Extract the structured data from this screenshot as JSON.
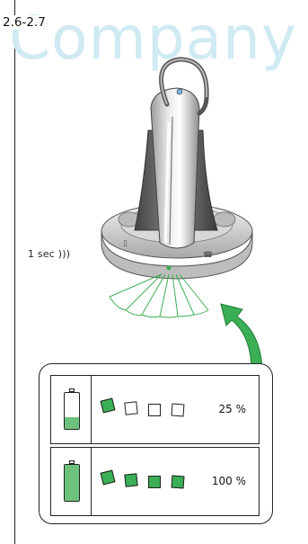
{
  "section_label": "2.6-2.7",
  "watermark_text": "Company",
  "timer_label": "1 sec  )))",
  "colors": {
    "accent_green": "#3cae55",
    "battery_fill_green": "#6cc27c",
    "watermark": "#cfeaf3"
  },
  "battery_levels": [
    {
      "percent_label": "25 %",
      "fill_fraction": 0.33,
      "filled_squares": 1,
      "total_squares": 4
    },
    {
      "percent_label": "100 %",
      "fill_fraction": 1.0,
      "filled_squares": 4,
      "total_squares": 4
    }
  ]
}
